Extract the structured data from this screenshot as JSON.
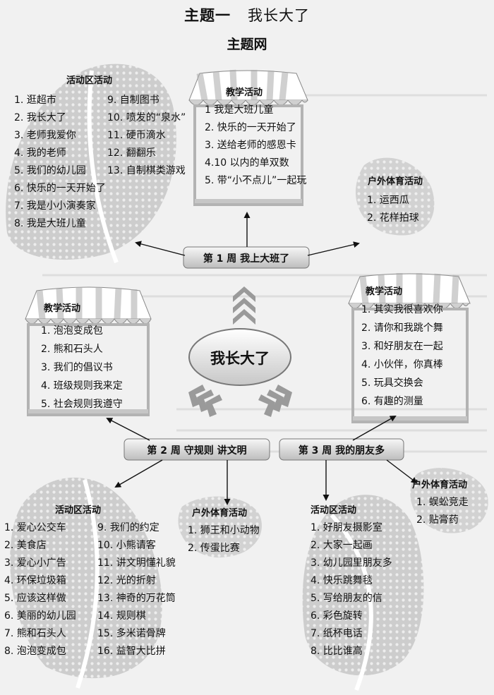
{
  "header": {
    "theme_label": "主题一",
    "theme_title": "我长大了",
    "subtitle": "主题网"
  },
  "center": {
    "label": "我长大了"
  },
  "weeks": {
    "w1": "第 1 周  我上大班了",
    "w2": "第 2 周  守规则  讲文明",
    "w3": "第 3 周  我的朋友多"
  },
  "week1": {
    "area": {
      "title": "活动区活动",
      "col1": [
        "1. 逛超市",
        "2. 我长大了",
        "3. 老师我爱你",
        "4. 我的老师",
        "5. 我们的幼儿园",
        "6. 快乐的一天开始了",
        "7. 我是小小演奏家",
        "8. 我是大班儿童"
      ],
      "col2": [
        "9. 自制图书",
        "10. 喷发的“泉水”",
        "11. 硬币滴水",
        "12. 翻翻乐",
        "13. 自制棋类游戏"
      ]
    },
    "teaching": {
      "title": "教学活动",
      "items": [
        "1 我是大班儿童",
        "2. 快乐的一天开始了",
        "3. 送给老师的感恩卡",
        "4.10 以内的单双数",
        "5. 带“小不点儿”一起玩"
      ]
    },
    "outdoor": {
      "title": "户外体育活动",
      "items": [
        "1. 运西瓜",
        "2. 花样拍球"
      ]
    }
  },
  "week2": {
    "teaching": {
      "title": "教学活动",
      "items": [
        "1. 泡泡变成包",
        "2. 熊和石头人",
        "3. 我们的倡议书",
        "4. 班级规则我来定",
        "5. 社会规则我遵守"
      ]
    },
    "area": {
      "title": "活动区活动",
      "col1": [
        "1. 爱心公交车",
        "2. 美食店",
        "3. 爱心小广告",
        "4. 环保垃圾箱",
        "5. 应该这样做",
        "6. 美丽的幼儿园",
        "7. 熊和石头人",
        "8. 泡泡变成包"
      ],
      "col2": [
        "9. 我们的约定",
        "10. 小熊请客",
        "11. 讲文明懂礼貌",
        "12. 光的折射",
        "13. 神奇的万花筒",
        "14. 规则棋",
        "15. 多米诺骨牌",
        "16. 益智大比拼"
      ]
    },
    "outdoor": {
      "title": "户外体育活动",
      "items": [
        "1. 狮王和小动物",
        "2. 传蛋比赛"
      ]
    }
  },
  "week3": {
    "teaching": {
      "title": "教学活动",
      "items": [
        "1. 其实我很喜欢你",
        "2. 请你和我跳个舞",
        "3. 和好朋友在一起",
        "4. 小伙伴，你真棒",
        "5. 玩具交换会",
        "6. 有趣的测量"
      ]
    },
    "area": {
      "title": "活动区活动",
      "items": [
        "1. 好朋友摄影室",
        "2. 大家一起画",
        "3. 幼儿园里朋友多",
        "4. 快乐跳舞毯",
        "5. 写给朋友的信",
        "6. 彩色旋转",
        "7. 纸杯电话",
        "8. 比比谁高"
      ]
    },
    "outdoor": {
      "title": "户外体育活动",
      "items": [
        "1. 蜈蚣竞走",
        "2. 贴膏药"
      ]
    }
  }
}
